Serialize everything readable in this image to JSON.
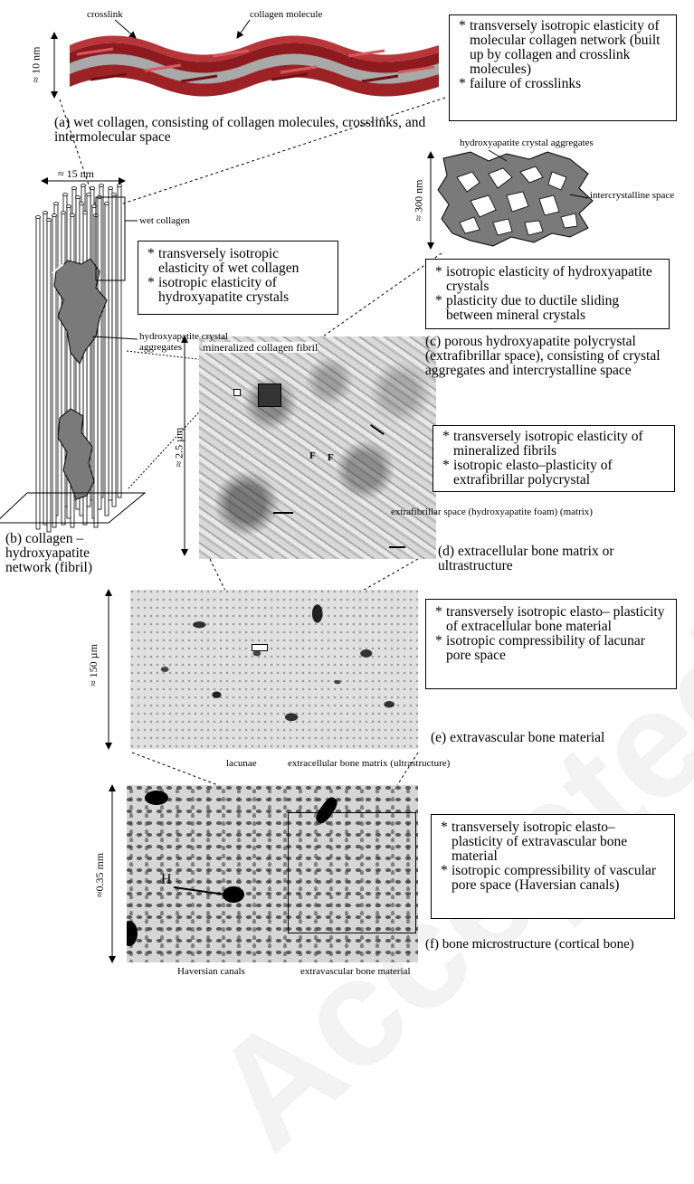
{
  "watermark": "Accepted manuscript",
  "panel_a": {
    "label_crosslink": "crosslink",
    "label_molecule": "collagen molecule",
    "dimension": "≈ 10 nm",
    "caption": "(a) wet collagen, consisting of  collagen molecules, crosslinks, and intermolecular space",
    "properties": [
      "transversely isotropic elasticity of molecular collagen network (built up by collagen and crosslink molecules)",
      "failure of crosslinks"
    ]
  },
  "panel_b": {
    "dimension": "≈ 15 nm",
    "label_wet_collagen": "wet collagen",
    "label_hydroxyapatite": "hydroxyapatite crystal aggregates",
    "caption": "(b) collagen – hydroxyapatite network (fibril)",
    "properties": [
      "transversely isotropic elasticity of wet collagen",
      "isotropic elasticity of hydroxyapatite crystals"
    ]
  },
  "panel_c": {
    "label_aggregates": "hydroxyapatite crystal aggregates",
    "label_space": "intercrystalline space",
    "dimension": "≈ 300 nm",
    "caption": "(c) porous hydroxyapatite polycrystal (extrafibrillar space), consisting of crystal aggregates and intercrystalline space",
    "properties": [
      "isotropic elasticity of hydroxyapatite crystals",
      "plasticity due to ductile sliding between mineral crystals"
    ]
  },
  "panel_d": {
    "label_fibril": "mineralized collagen fibril",
    "label_space": "extrafibrillar space (hydroxyapatite foam) (matrix)",
    "dimension": "≈ 2.5 µm",
    "photo_mark_f1": "F",
    "photo_mark_f2": "F",
    "caption": "(d) extracellular bone matrix or ultrastructure",
    "properties": [
      "transversely isotropic elasticity of mineralized fibrils",
      "isotropic elasto–plasticity of extrafibrillar polycrystal"
    ]
  },
  "panel_e": {
    "label_lacunae": "lacunae",
    "label_matrix": "extracellular bone matrix (ultrastructure)",
    "dimension": "≈ 150 µm",
    "caption": "(e) extravascular bone material",
    "properties": [
      "transversely isotropic elasto– plasticity of extracellular bone material",
      "isotropic compressibility of lacunar pore space"
    ]
  },
  "panel_f": {
    "label_haversian": "Haversian canals",
    "label_material": "extravascular bone material",
    "dimension": "≈0.35 mm",
    "photo_mark_h": "H",
    "caption": "(f) bone microstructure (cortical bone)",
    "properties": [
      "transversely isotropic elasto– plasticity of extravascular bone material",
      "isotropic compressibility of vascular pore space (Haversian canals)"
    ]
  }
}
